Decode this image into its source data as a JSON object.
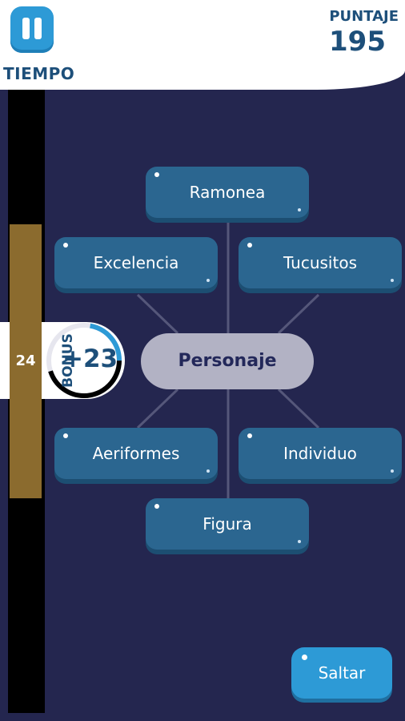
{
  "header": {
    "timer_label": "TIEMPO",
    "score_label": "PUNTAJE",
    "score_value": "195"
  },
  "timer": {
    "seconds": "24",
    "remaining_fraction": 0.44
  },
  "bonus": {
    "label": "BONUS",
    "value": "+23",
    "ring_fraction": 0.45
  },
  "puzzle": {
    "center_word": "Personaje",
    "options": [
      {
        "label": "Ramonea"
      },
      {
        "label": "Excelencia"
      },
      {
        "label": "Tucusitos"
      },
      {
        "label": "Aeriformes"
      },
      {
        "label": "Individuo"
      },
      {
        "label": "Figura"
      }
    ]
  },
  "actions": {
    "skip_label": "Saltar"
  },
  "colors": {
    "background": "#24264f",
    "tile": "#2b6690",
    "accent": "#2d9ad6",
    "timer_fill": "#8b6b2e",
    "text_dark": "#1d4f7a"
  },
  "icons": {
    "pause": "pause-icon"
  }
}
